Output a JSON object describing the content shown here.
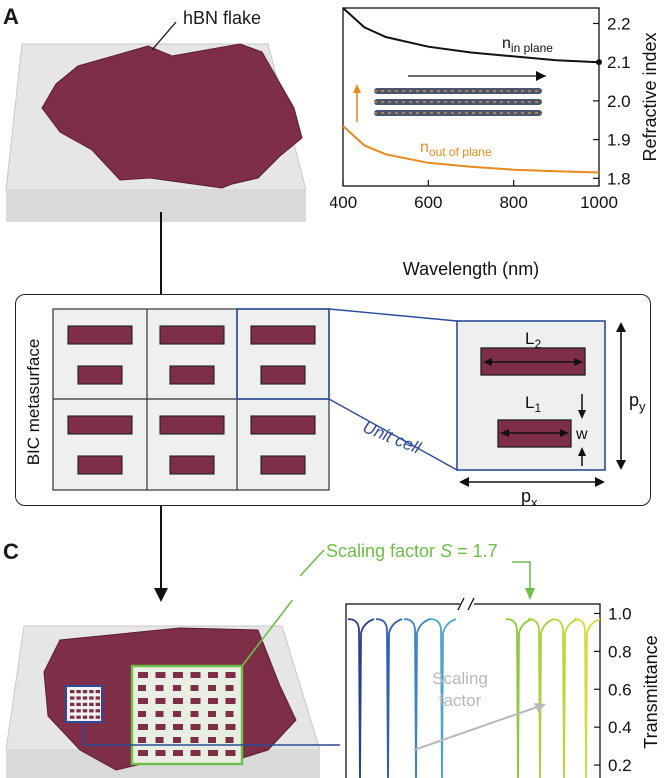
{
  "panels": {
    "a": "A",
    "c": "C"
  },
  "panel_a": {
    "flake_label": "hBN flake",
    "chart_data": {
      "type": "line",
      "xlabel": "Wavelength (nm)",
      "ylabel": "Refractive index",
      "xlim": [
        400,
        1000
      ],
      "ylim": [
        1.78,
        2.24
      ],
      "x_ticks": [
        "400",
        "600",
        "800",
        "1000"
      ],
      "y_ticks": [
        "1.8",
        "1.9",
        "2.0",
        "2.1",
        "2.2"
      ],
      "series": [
        {
          "name_main": "n",
          "name_sub": "in plane",
          "color": "#111111",
          "x": [
            400,
            450,
            500,
            600,
            700,
            800,
            900,
            1000
          ],
          "y": [
            2.24,
            2.19,
            2.165,
            2.14,
            2.125,
            2.115,
            2.105,
            2.1
          ]
        },
        {
          "name_main": "n",
          "name_sub": "out of plane",
          "color": "#e8891c",
          "x": [
            400,
            450,
            500,
            600,
            700,
            800,
            900,
            1000
          ],
          "y": [
            1.935,
            1.885,
            1.862,
            1.84,
            1.83,
            1.822,
            1.818,
            1.815
          ]
        }
      ]
    }
  },
  "panel_b": {
    "side_label": "BIC metasurface",
    "unit_cell_label": "Unit cell",
    "L2": {
      "main": "L",
      "sub": "2"
    },
    "L1": {
      "main": "L",
      "sub": "1"
    },
    "w": "w",
    "py": {
      "main": "p",
      "sub": "y"
    },
    "px": {
      "main": "p",
      "sub": "x"
    }
  },
  "panel_c": {
    "scaling_label_prefix": "Scaling factor ",
    "scaling_label_var": "S",
    "scaling_label_value": " = 1.7",
    "arrow_text_line1": "Scaling",
    "arrow_text_line2": "factor",
    "chart_data": {
      "type": "line",
      "ylabel": "Transmittance",
      "ylim": [
        0.1,
        1.05
      ],
      "y_ticks": [
        "1.0",
        "0.8",
        "0.6",
        "0.4",
        "0.2"
      ],
      "resonance_colors": [
        "#2b3f8c",
        "#2f5fb0",
        "#3a86c4",
        "#4aa6c8",
        "#8cc83c",
        "#a8d13c",
        "#bcd63a",
        "#d4dc3a"
      ]
    }
  },
  "colors": {
    "flake": "#7e2e46",
    "bar": "#7e2e46",
    "unit_cell": "#2a4c9a",
    "green": "#6cbe45",
    "orange": "#e8891c",
    "cell_bg": "#eef0f0"
  }
}
